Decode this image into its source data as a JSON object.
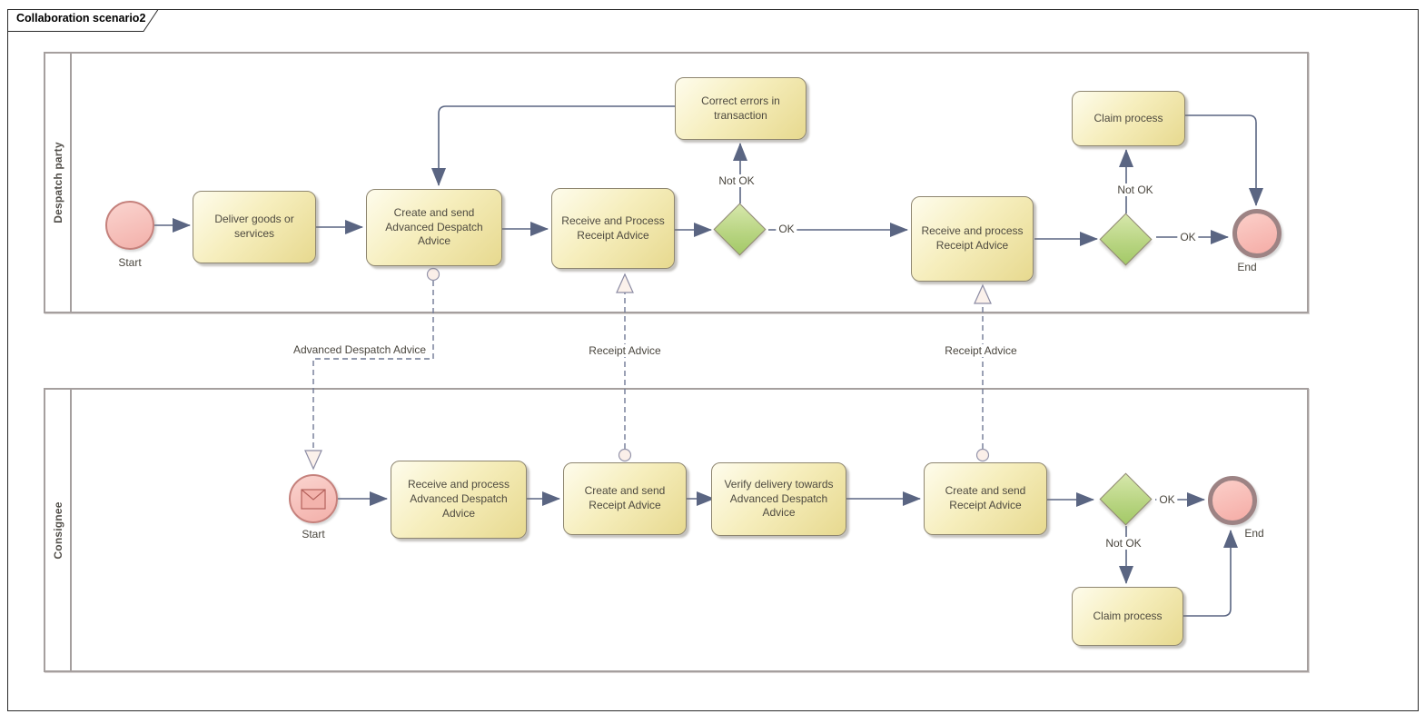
{
  "diagram": {
    "title": "Collaboration scenario2"
  },
  "lanes": [
    {
      "label": "Despatch party"
    },
    {
      "label": "Consignee"
    }
  ],
  "nodes": {
    "start_despatch": {
      "label": "Start"
    },
    "deliver_goods": {
      "label": "Deliver goods or services"
    },
    "create_send_ada": {
      "label": "Create and send Advanced Despatch Advice"
    },
    "receive_process_ra1": {
      "label": "Receive and Process Receipt Advice"
    },
    "correct_errors": {
      "label": "Correct errors in transaction"
    },
    "receive_process_ra2": {
      "label": "Receive and process Receipt Advice"
    },
    "claim_process_despatch": {
      "label": "Claim process"
    },
    "end_despatch": {
      "label": "End"
    },
    "start_consignee": {
      "label": "Start"
    },
    "receive_process_ada": {
      "label": "Receive and process Advanced Despatch Advice"
    },
    "create_send_ra1": {
      "label": "Create and send Receipt Advice"
    },
    "verify_delivery": {
      "label": "Verify delivery towards Advanced Despatch Advice"
    },
    "create_send_ra2": {
      "label": "Create and send Receipt Advice"
    },
    "claim_process_consignee": {
      "label": "Claim process"
    },
    "end_consignee": {
      "label": "End"
    }
  },
  "edge_labels": {
    "gw1_ok": "OK",
    "gw1_not_ok": "Not OK",
    "gw2_ok": "OK",
    "gw2_not_ok": "Not OK",
    "gw3_ok": "OK",
    "gw3_not_ok": "Not OK"
  },
  "message_flows": {
    "ada": {
      "label": "Advanced Despatch Advice"
    },
    "ra1": {
      "label": "Receipt Advice"
    },
    "ra2": {
      "label": "Receipt Advice"
    }
  },
  "colors": {
    "task_fill": "#F2E8AC",
    "task_border": "#8E8670",
    "gateway_fill": "#B8D687",
    "start_event_fill": "#F6BDB8",
    "start_event_border": "#C5817C",
    "end_event_border": "#9D8384",
    "sequence_flow": "#5A6582",
    "message_flow": "#6F7894",
    "pool_border": "#A59F9E"
  }
}
